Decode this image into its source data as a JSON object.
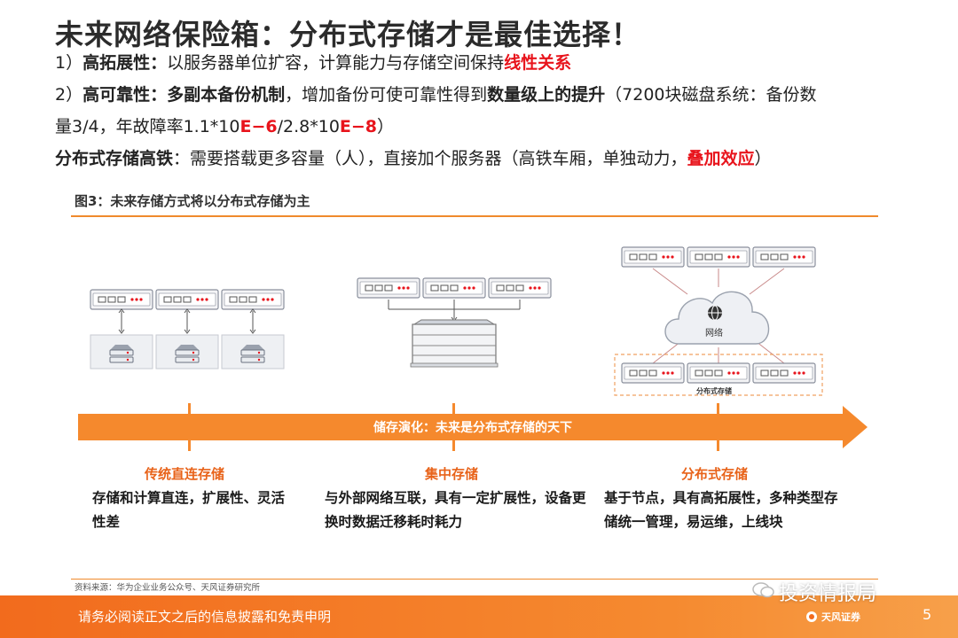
{
  "title": "未来网络保险箱：分布式存储才是最佳选择！",
  "points": {
    "p1_prefix": "1）",
    "p1_bold": "高拓展性：",
    "p1_text": "以服务器单位扩容，计算能力与存储空间保持",
    "p1_red": "线性关系",
    "p2_prefix": "2）",
    "p2_bold": "高可靠性：多副本备份机制",
    "p2_text": "，增加备份可使可靠性得到",
    "p2_bold2": "数量级上的提升",
    "p2_text2": "（7200块磁盘系统：备份数",
    "p2_line2_a": "量3/4，年故障率1.1*10",
    "p2_line2_red1": "E−6",
    "p2_line2_b": "/2.8*10",
    "p2_line2_red2": "E−8",
    "p2_line2_c": "）",
    "p3_bold": "分布式存储高铁",
    "p3_text": "：需要搭载更多容量（人），直接加个服务器（高铁车厢，单独动力，",
    "p3_red": "叠加效应",
    "p3_end": "）"
  },
  "figure": {
    "caption": "图3：未来存储方式将以分布式存储为主",
    "arrow_label": "储存演化：未来是分布式存储的天下",
    "network_label": "网络",
    "dist_label": "分布式存储",
    "stages": [
      {
        "title": "传统直连存储",
        "desc": "存储和计算直连，扩展性、灵活性差"
      },
      {
        "title": "集中存储",
        "desc": "与外部网络互联，具有一定扩展性，设备更换时数据迁移耗时耗力"
      },
      {
        "title": "分布式存储",
        "desc": "基于节点，具有高拓展性，多种类型存储统一管理，易运维，上线块"
      }
    ]
  },
  "source": "资料来源：华为企业业务公众号、天风证券研究所",
  "footer": {
    "disclaimer": "请务必阅读正文之后的信息披露和免责申明",
    "page": "5",
    "watermark": "投资情报局",
    "logo_text": "天风证券"
  },
  "colors": {
    "accent_orange": "#f08a2c",
    "highlight_red": "#e8141c",
    "stage_title": "#e8631a"
  }
}
